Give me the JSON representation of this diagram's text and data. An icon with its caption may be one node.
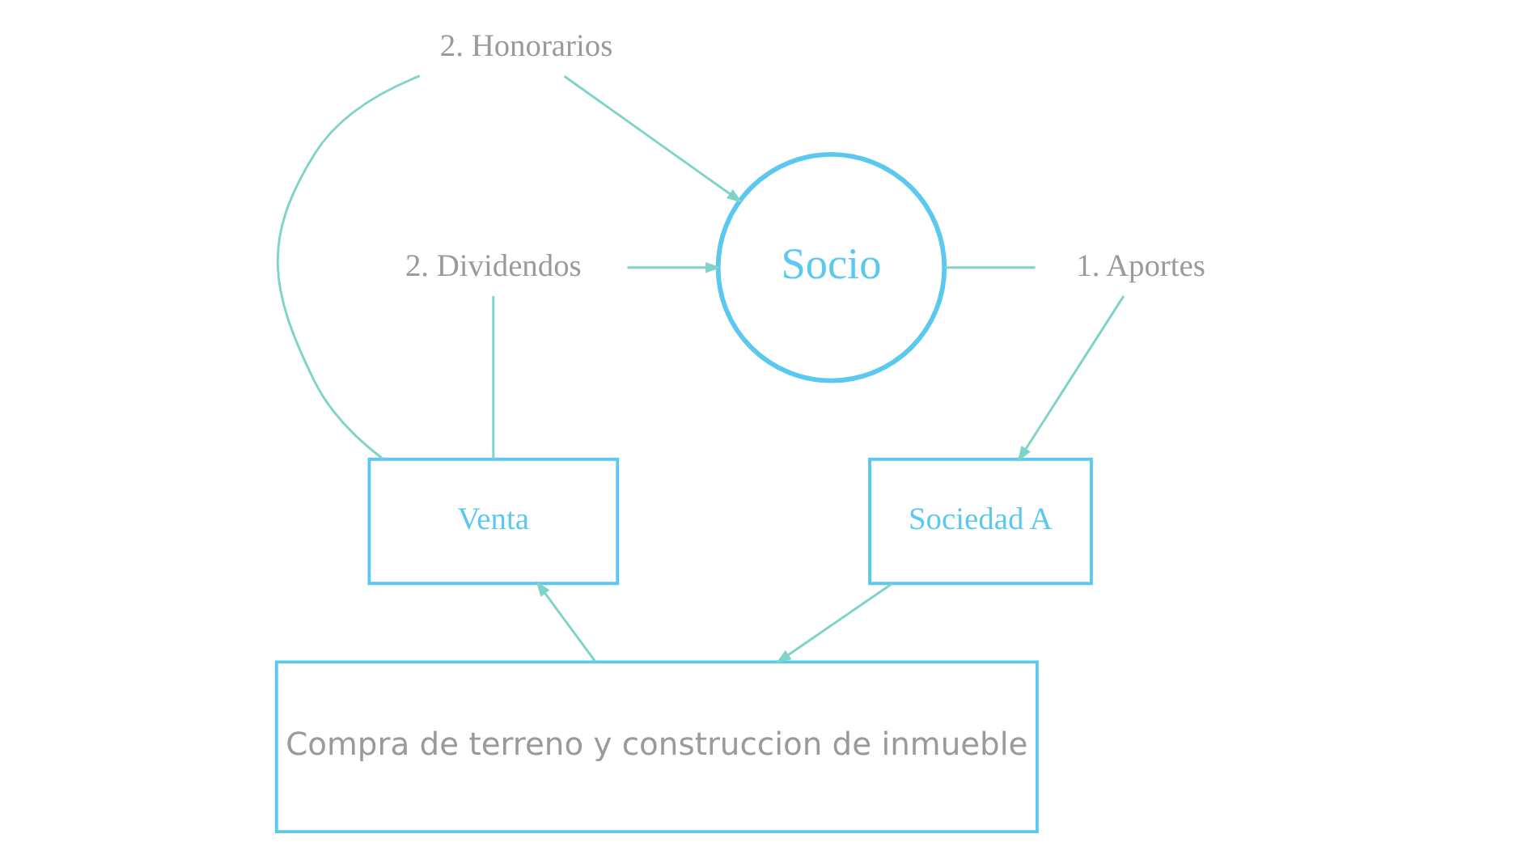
{
  "diagram": {
    "nodes": [
      {
        "text": [
          "2. Honorarios"
        ]
      },
      {
        "text": [
          "Socio"
        ]
      },
      {
        "text": [
          "2. Dividendos"
        ]
      },
      {
        "text": [
          "1. Aportes"
        ]
      },
      {
        "text": [
          "Venta"
        ]
      },
      {
        "text": [
          "Sociedad A"
        ]
      },
      {
        "text": [
          "Compra de terreno y construccion de inmueble"
        ]
      }
    ],
    "edges": [
      {
        "from": 0,
        "to": 1,
        "arrow": "to"
      },
      {
        "from": 2,
        "to": 1,
        "arrow": "to"
      },
      {
        "from": 1,
        "to": 3,
        "arrow": "none"
      },
      {
        "from": 3,
        "to": 5,
        "arrow": "to"
      },
      {
        "from": 4,
        "to": 2,
        "arrow": "none"
      },
      {
        "from": 4,
        "to": 0,
        "arrow": "none"
      },
      {
        "from": 5,
        "to": 6,
        "arrow": "to"
      },
      {
        "from": 6,
        "to": 4,
        "arrow": "to"
      }
    ]
  }
}
